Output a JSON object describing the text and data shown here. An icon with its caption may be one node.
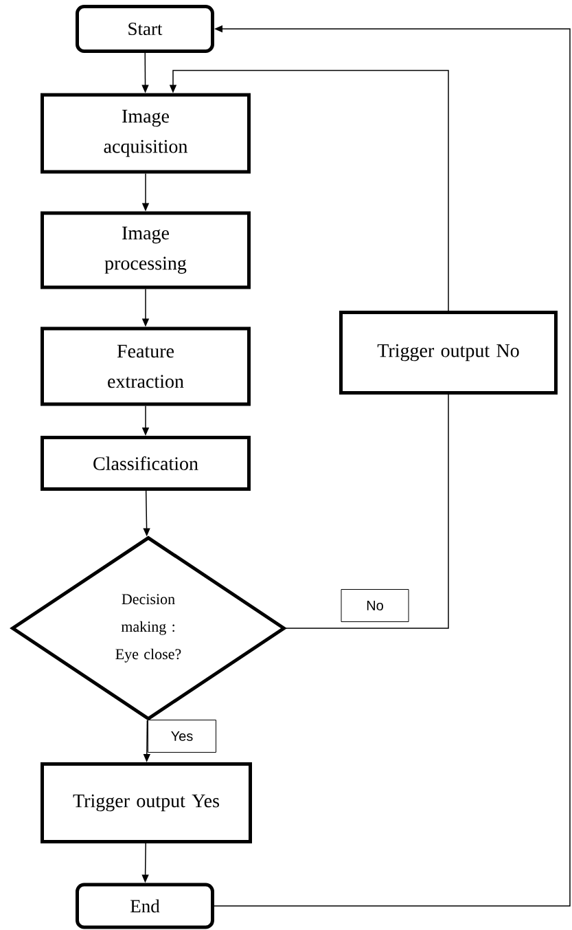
{
  "diagram": {
    "nodes": [
      {
        "text": [
          "Start"
        ]
      },
      {
        "text": [
          "Image acquisition"
        ]
      },
      {
        "text": [
          "Image processing"
        ]
      },
      {
        "text": [
          "Feature extraction"
        ]
      },
      {
        "text": [
          "Classification"
        ]
      },
      {
        "text": [
          "Decision making : Eye close?"
        ]
      },
      {
        "text": [
          "Trigger output No"
        ]
      },
      {
        "text": [
          "Trigger output Yes"
        ]
      },
      {
        "text": [
          "End"
        ]
      }
    ],
    "edges": [
      {
        "from": 0,
        "to": 1,
        "arrow": "to"
      },
      {
        "from": 1,
        "to": 2,
        "arrow": "to"
      },
      {
        "from": 2,
        "to": 3,
        "arrow": "to"
      },
      {
        "from": 3,
        "to": 4,
        "arrow": "to"
      },
      {
        "from": 5,
        "to": 6,
        "arrow": "none",
        "label": "No"
      },
      {
        "from": 6,
        "to": 1,
        "arrow": "to"
      },
      {
        "from": 4,
        "to": 5,
        "arrow": "to"
      },
      {
        "from": 5,
        "to": 7,
        "arrow": "to",
        "label": "Yes"
      },
      {
        "from": 7,
        "to": 8,
        "arrow": "to"
      },
      {
        "from": 8,
        "to": 0,
        "arrow": "to"
      }
    ]
  }
}
